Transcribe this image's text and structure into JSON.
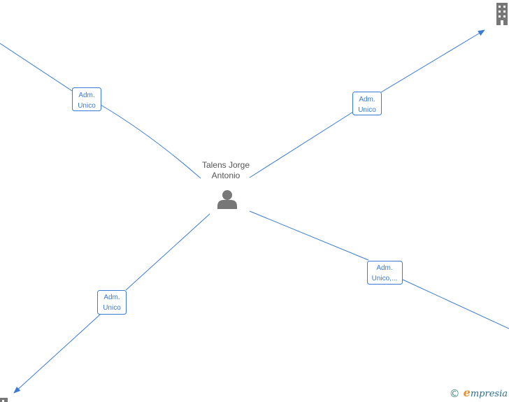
{
  "center_node": {
    "name_line1": "Talens Jorge",
    "name_line2": "Antonio",
    "icon": "person-icon"
  },
  "edges": [
    {
      "label_line1": "Adm.",
      "label_line2": "Unico"
    },
    {
      "label_line1": "Adm.",
      "label_line2": "Unico"
    },
    {
      "label_line1": "Adm.",
      "label_line2": "Unico"
    },
    {
      "label_line1": "Adm.",
      "label_line2": "Unico,..."
    }
  ],
  "peripheral_nodes": [
    {
      "icon": "building-icon"
    },
    {
      "icon": "building-icon"
    }
  ],
  "footer": {
    "copyright": "©",
    "brand_initial": "e",
    "brand_rest": "mpresia"
  },
  "colors": {
    "edge": "#3a7bd5",
    "node_icon": "#777777",
    "brand_orange": "#e8902a",
    "brand_blue": "#2a6f8a"
  }
}
